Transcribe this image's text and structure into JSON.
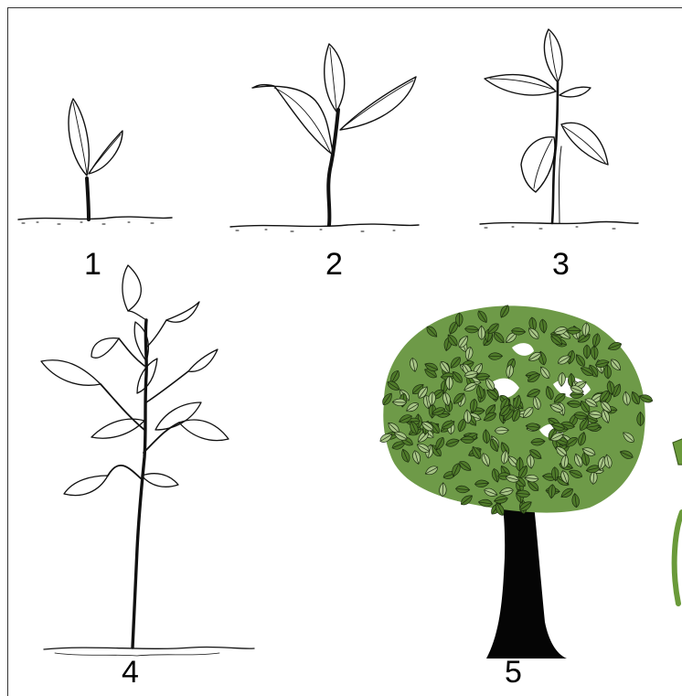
{
  "figure": {
    "stages": [
      {
        "label": "1",
        "icon": "sprout-icon"
      },
      {
        "label": "2",
        "icon": "seedling-icon"
      },
      {
        "label": "3",
        "icon": "young-plant-icon"
      },
      {
        "label": "4",
        "icon": "sapling-icon"
      },
      {
        "label": "5",
        "icon": "mature-tree-icon"
      }
    ],
    "colors": {
      "ink": "#111111",
      "leaf_dark": "#4f7a2a",
      "leaf_light": "#a7c486",
      "trunk": "#050505",
      "arrow": "#6a9a3a"
    }
  }
}
